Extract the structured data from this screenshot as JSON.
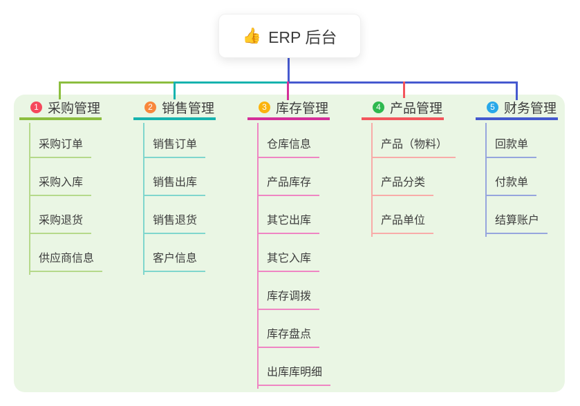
{
  "root": {
    "icon": "👍",
    "label": "ERP 后台"
  },
  "branches": [
    {
      "badge": "1",
      "label": "采购管理",
      "color": "#8cbe3f",
      "light_color": "#b5d98a",
      "badge_color": "#f5485c",
      "children": [
        "采购订单",
        "采购入库",
        "采购退货",
        "供应商信息"
      ]
    },
    {
      "badge": "2",
      "label": "销售管理",
      "color": "#16b3ae",
      "light_color": "#7fd6cd",
      "badge_color": "#f8873c",
      "children": [
        "销售订单",
        "销售出库",
        "销售退货",
        "客户信息"
      ]
    },
    {
      "badge": "3",
      "label": "库存管理",
      "color": "#d42f99",
      "light_color": "#ef85c3",
      "badge_color": "#fbb40e",
      "children": [
        "仓库信息",
        "产品库存",
        "其它出库",
        "其它入库",
        "库存调拨",
        "库存盘点",
        "出库库明细"
      ]
    },
    {
      "badge": "4",
      "label": "产品管理",
      "color": "#f3555c",
      "light_color": "#f8aba8",
      "badge_color": "#2eb94f",
      "children": [
        "产品（物料）",
        "产品分类",
        "产品单位"
      ]
    },
    {
      "badge": "5",
      "label": "财务管理",
      "color": "#4458ce",
      "light_color": "#96a5dd",
      "badge_color": "#29a8e9",
      "children": [
        "回款单",
        "付款单",
        "结算账户"
      ]
    }
  ],
  "colors": {
    "panel_bg": "#eaf6e4",
    "root_line": "#4659cf",
    "text": "#3d3d3d"
  }
}
